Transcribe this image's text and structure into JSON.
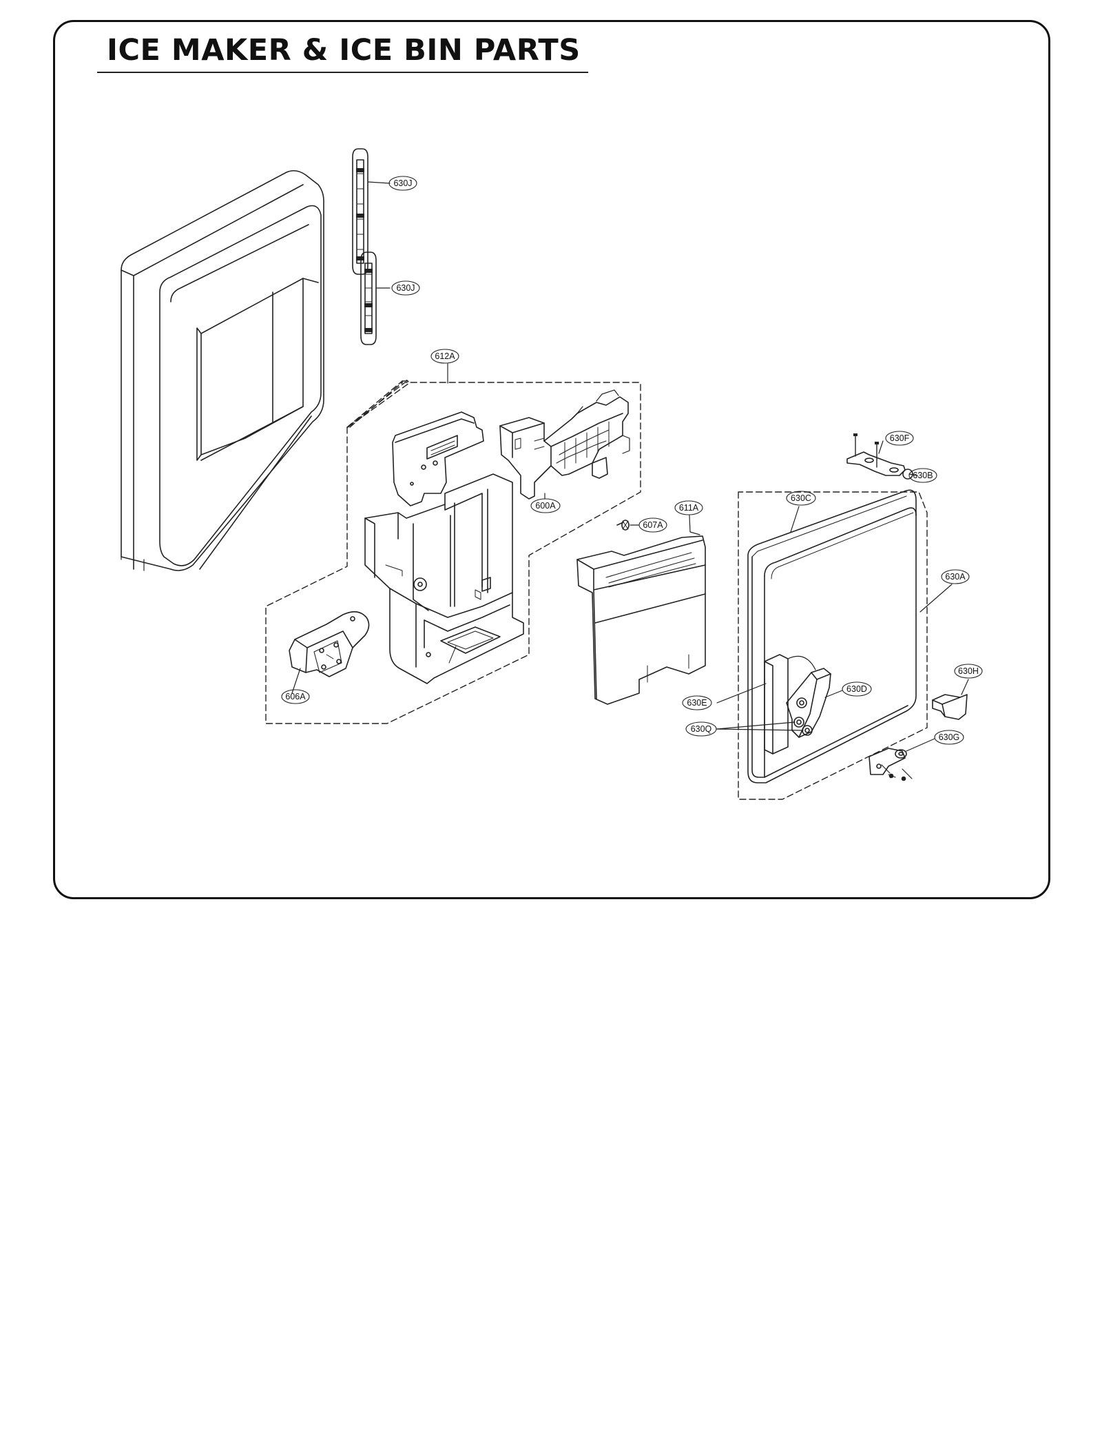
{
  "title": "ICE MAKER & ICE BIN PARTS",
  "callouts": [
    {
      "id": "c-630J-top",
      "label": "630J"
    },
    {
      "id": "c-630J-bot",
      "label": "630J"
    },
    {
      "id": "c-612A",
      "label": "612A"
    },
    {
      "id": "c-600A",
      "label": "600A"
    },
    {
      "id": "c-607A",
      "label": "607A"
    },
    {
      "id": "c-611A",
      "label": "611A"
    },
    {
      "id": "c-606A",
      "label": "606A"
    },
    {
      "id": "c-630F",
      "label": "630F"
    },
    {
      "id": "c-630B",
      "label": "630B"
    },
    {
      "id": "c-630C",
      "label": "630C"
    },
    {
      "id": "c-630A",
      "label": "630A"
    },
    {
      "id": "c-630H",
      "label": "630H"
    },
    {
      "id": "c-630D",
      "label": "630D"
    },
    {
      "id": "c-630E",
      "label": "630E"
    },
    {
      "id": "c-630Q",
      "label": "630Q"
    },
    {
      "id": "c-630G",
      "label": "630G"
    }
  ]
}
